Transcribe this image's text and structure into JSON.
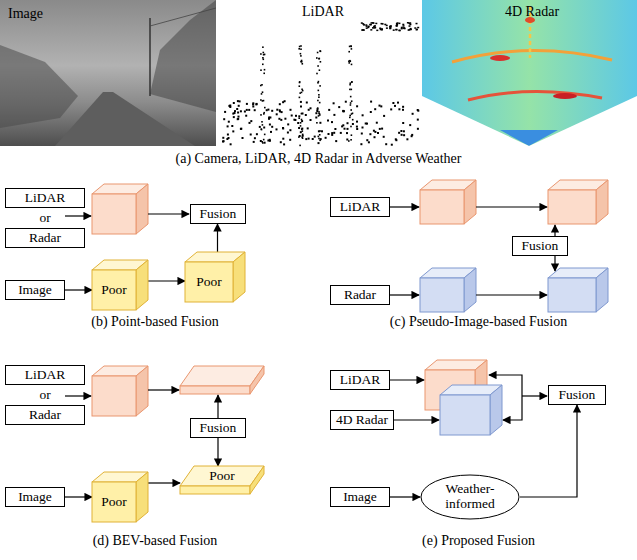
{
  "diagram": {
    "nodes": [
      {
        "text": [
          "LiDAR",
          "or",
          "Radar"
        ]
      },
      {
        "text": [
          "Image"
        ]
      },
      {
        "text": [
          "Poor"
        ]
      },
      {
        "text": [
          "Fusion"
        ]
      },
      {
        "text": [
          "Poor"
        ]
      },
      {
        "text": [
          "LiDAR"
        ]
      },
      {
        "text": [
          "Radar"
        ]
      },
      {
        "text": [
          "Fusion"
        ]
      },
      {
        "text": [
          "LiDAR",
          "or",
          "Radar"
        ]
      },
      {
        "text": [
          "Fusion"
        ]
      },
      {
        "text": [
          "Image"
        ]
      },
      {
        "text": [
          "Poor"
        ]
      },
      {
        "text": [
          "Poor"
        ]
      },
      {
        "text": [
          "LiDAR"
        ]
      },
      {
        "text": [
          "4D Radar"
        ]
      },
      {
        "text": [
          "Fusion"
        ]
      },
      {
        "text": [
          "Image"
        ]
      },
      {
        "text": [
          "Weather-informed"
        ]
      }
    ],
    "edges": [
      {
        "from": 1,
        "to": 2,
        "arrow": "to"
      },
      {
        "from": 2,
        "to": 4,
        "arrow": "to"
      },
      {
        "from": 4,
        "to": 3,
        "arrow": "to"
      },
      {
        "from": 10,
        "to": 11,
        "arrow": "to"
      },
      {
        "from": 11,
        "to": 12,
        "arrow": "to"
      },
      {
        "from": 9,
        "to": 12,
        "arrow": "to"
      },
      {
        "from": 16,
        "to": 17,
        "arrow": "to"
      },
      {
        "from": 17,
        "to": 15,
        "arrow": "to"
      }
    ],
    "labels": [
      "Image",
      "LiDAR",
      "4D Radar",
      "(a) Camera, LiDAR, 4D Radar in Adverse Weather",
      "(b) Point-based Fusion",
      "(c) Pseudo-Image-based Fusion",
      "(d) BEV-based Fusion",
      "(e) Proposed Fusion"
    ]
  }
}
